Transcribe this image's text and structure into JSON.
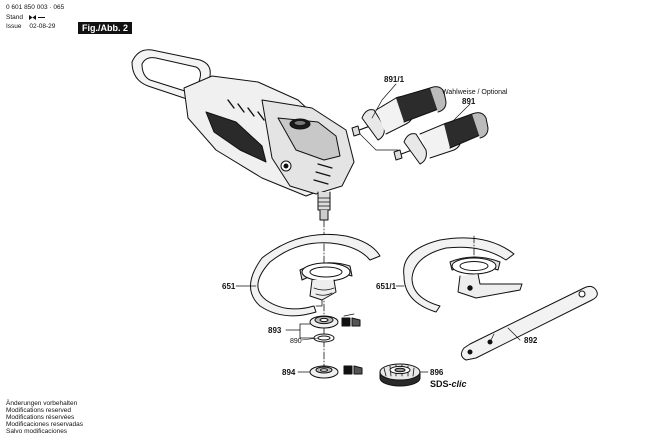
{
  "header": {
    "doc_number": "0 601 850 003 · 065",
    "stand_label": "Stand",
    "issue_label": "Issue",
    "issue_date": "02-08-29",
    "figure_tab": "Fig./Abb. 2"
  },
  "callouts": {
    "p891_1": "891/1",
    "optional_note": "Wahlweise / Optional",
    "p891": "891",
    "p651": "651",
    "p651_1": "651/1",
    "p893": "893",
    "p890": "890",
    "p892": "892",
    "p894": "894",
    "p896": "896",
    "sds_prefix": "SDS-",
    "sds_suffix": "clic"
  },
  "footer": {
    "lines": [
      "Änderungen vorbehalten",
      "Modifications reserved",
      "Modifications réservées",
      "Modificaciones reservadas",
      "Salvo modificaciones"
    ]
  }
}
